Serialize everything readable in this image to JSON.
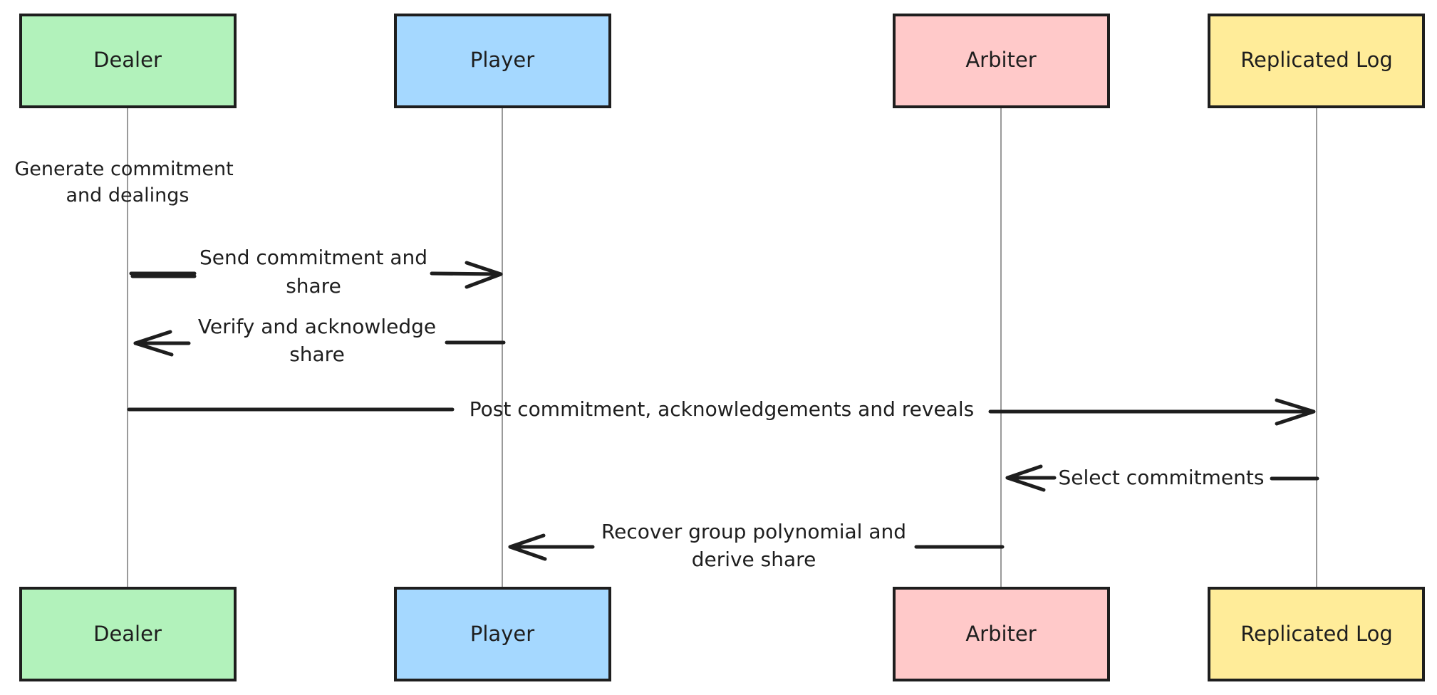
{
  "diagram": {
    "actors": [
      {
        "id": "dealer",
        "label": "Dealer",
        "color": "#b2f2bb"
      },
      {
        "id": "player",
        "label": "Player",
        "color": "#a5d8ff"
      },
      {
        "id": "arbiter",
        "label": "Arbiter",
        "color": "#ffc9c9"
      },
      {
        "id": "log",
        "label": "Replicated Log",
        "color": "#ffec99"
      }
    ],
    "note": {
      "line1": "Generate commitment",
      "line2": "and dealings"
    },
    "messages": [
      {
        "from": "Dealer",
        "to": "Player",
        "line1": "Send commitment and",
        "line2": "share"
      },
      {
        "from": "Player",
        "to": "Dealer",
        "line1": "Verify and acknowledge",
        "line2": "share"
      },
      {
        "from": "Dealer",
        "to": "Replicated Log",
        "line1": "Post commitment, acknowledgements and reveals",
        "line2": ""
      },
      {
        "from": "Replicated Log",
        "to": "Arbiter",
        "line1": "Select commitments",
        "line2": ""
      },
      {
        "from": "Arbiter",
        "to": "Player",
        "line1": "Recover group polynomial and",
        "line2": "derive share"
      }
    ]
  }
}
